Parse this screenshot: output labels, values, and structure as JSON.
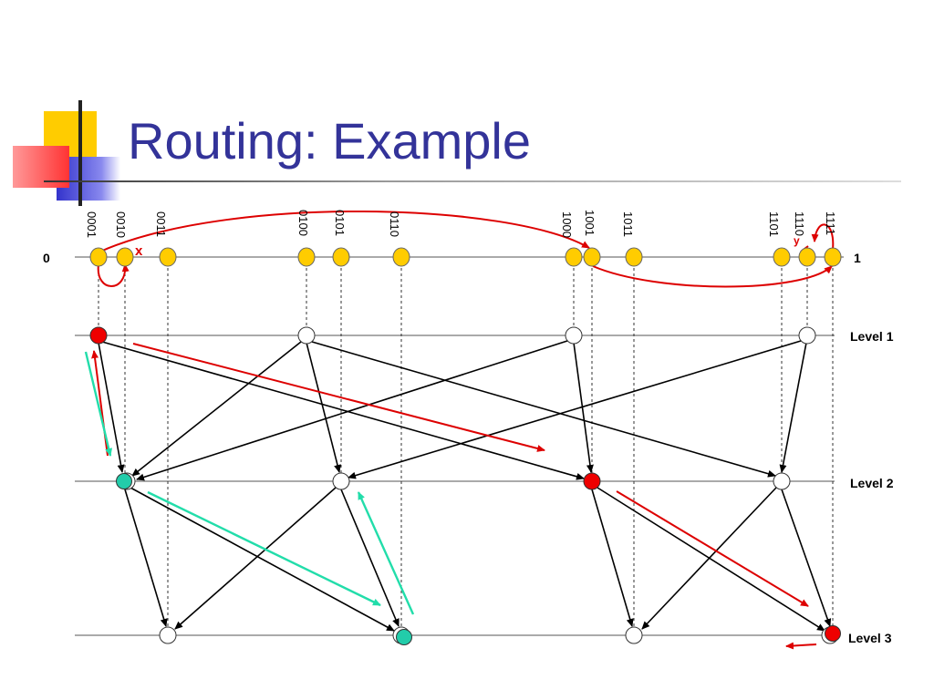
{
  "title": "Routing: Example",
  "axis": {
    "start_label": "0",
    "end_label": "1"
  },
  "levels": [
    {
      "label": "Level 1"
    },
    {
      "label": "Level 2"
    },
    {
      "label": "Level 3"
    }
  ],
  "id_labels": [
    "0001",
    "0010",
    "0011",
    "0100",
    "0101",
    "0110",
    "1000",
    "1001",
    "1011",
    "1101",
    "1110",
    "1111"
  ],
  "markers": {
    "x_mark": "x",
    "y_mark": "y"
  },
  "colors": {
    "title": "#333399",
    "node_fill": "#ffcc00",
    "route_red": "#dd0000",
    "route_green": "#22ddaa",
    "logo_yellow": "#ffcc00",
    "logo_blue": "#3333cc",
    "logo_red": "#ff3333"
  }
}
